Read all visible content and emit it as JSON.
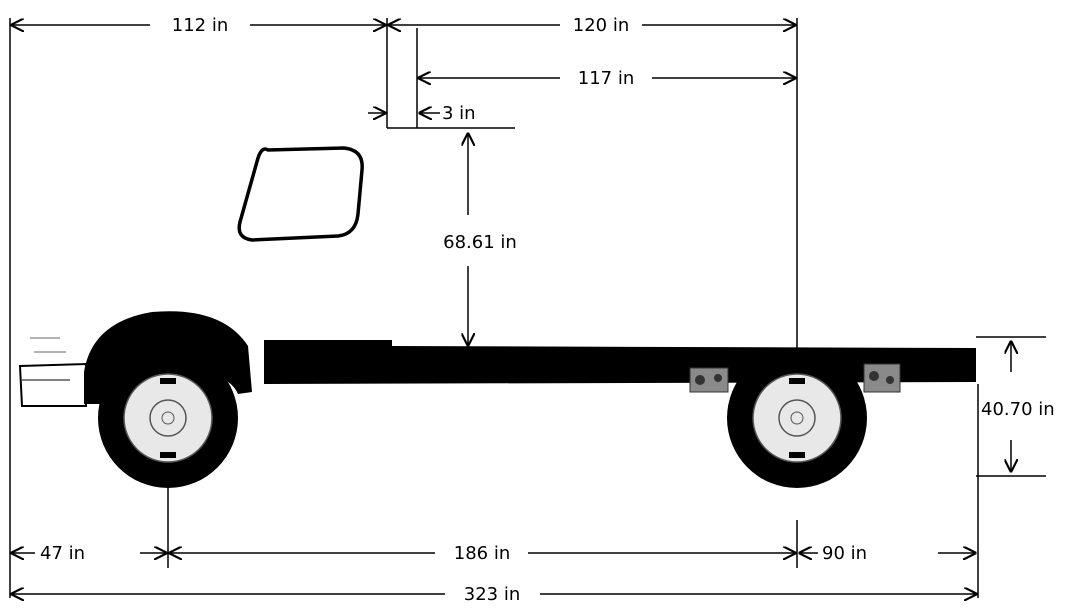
{
  "diagram": {
    "dimensions": {
      "front_to_cab": "112 in",
      "cab_to_axle_overall": "120 in",
      "cab_to_axle": "117 in",
      "gap": "3 in",
      "frame_to_cab_top": "68.61 in",
      "frame_height": "40.70 in",
      "front_overhang": "47 in",
      "wheelbase": "186 in",
      "rear_overhang": "90 in",
      "overall_length": "323 in"
    },
    "colors": {
      "ink": "#000000",
      "background": "#ffffff",
      "hub": "#e8e8e8"
    }
  }
}
